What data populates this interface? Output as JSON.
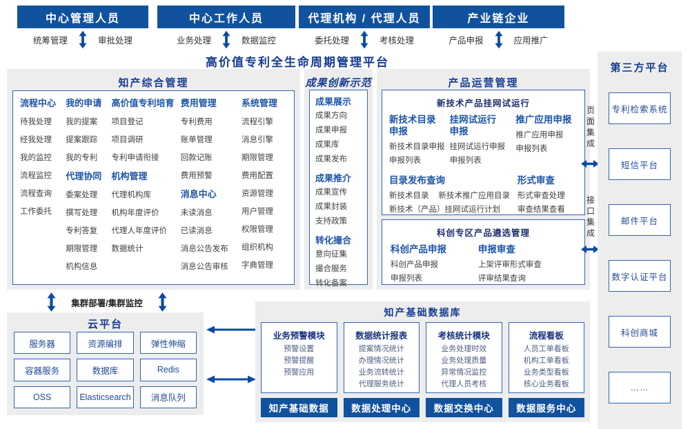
{
  "page": {
    "title": "高价值专利全生命周期管理平台"
  },
  "actors": [
    {
      "label": "中心管理人员",
      "left": "统筹管理",
      "right": "审批处理"
    },
    {
      "label": "中心工作人员",
      "left": "业务处理",
      "right": "数据监控"
    },
    {
      "label": "代理机构 / 代理人员",
      "left": "委托处理",
      "right": "考核处理"
    },
    {
      "label": "产业链企业",
      "left": "产品申报",
      "right": "应用推广"
    }
  ],
  "ip": {
    "title": "知产综合管理",
    "columns": [
      [
        {
          "h": "流程中心",
          "items": [
            "待我处理",
            "经我处理",
            "我的监控",
            "流程监控",
            "流程查询",
            "工作委托"
          ]
        }
      ],
      [
        {
          "h": "我的申请",
          "items": [
            "我的提案",
            "提案跟踪",
            "我的专利"
          ]
        },
        {
          "h": "代理协同",
          "items": [
            "委案处理",
            "撰写处理",
            "专利答复",
            "期限管理",
            "机构信息"
          ]
        }
      ],
      [
        {
          "h": "高价值专利培育",
          "items": [
            "项目登记",
            "项目调研",
            "专利申请衔接"
          ]
        },
        {
          "h": "机构管理",
          "items": [
            "代理机构库",
            "机构年度评价",
            "代理人年度评价",
            "数据统计"
          ]
        }
      ],
      [
        {
          "h": "费用管理",
          "items": [
            "专利费用",
            "账单管理",
            "回款记账",
            "费用预警"
          ]
        },
        {
          "h": "消息中心",
          "items": [
            "未读消息",
            "已读消息",
            "消息公告发布",
            "消息公告审核"
          ]
        }
      ],
      [
        {
          "h": "系统管理",
          "items": [
            "流程引擎",
            "消息引擎",
            "期限管理",
            "费用配置",
            "资源管理",
            "用户管理",
            "权限管理",
            "组织机构",
            "字典管理"
          ]
        }
      ]
    ]
  },
  "achievement": {
    "title": "成果创新示范",
    "groups": [
      {
        "h": "成果展示",
        "items": [
          "成果方向",
          "成果申报",
          "成果库",
          "成果发布"
        ]
      },
      {
        "h": "成果推介",
        "items": [
          "成果宣传",
          "成果封装",
          "支持政策"
        ]
      },
      {
        "h": "转化撮合",
        "items": [
          "意向征集",
          "撮合服务",
          "转化备案"
        ]
      }
    ]
  },
  "product_ops": {
    "title": "产品运营管理",
    "grid_box": {
      "title": "新技术产品挂网试运行",
      "cols": [
        {
          "h": "新技术目录申报",
          "items": [
            "新技术目录申报",
            "申报列表"
          ]
        },
        {
          "h": "挂网试运行申报",
          "items": [
            "挂网试运行申报",
            "申报列表"
          ]
        },
        {
          "h": "推广应用申报",
          "items": [
            "推广应用申报",
            "申报列表"
          ]
        }
      ],
      "catalog": {
        "h": "目录发布查询",
        "line1": [
          "新技术目录",
          "新技术推广应用目录"
        ],
        "line2": "新技术（产品）挂网试运行计划"
      },
      "review": {
        "h": "形式审查",
        "items": [
          "形式审查处理",
          "审查结果查看"
        ]
      }
    },
    "selection_box": {
      "title": "科创专区产品遴选管理",
      "cols": [
        {
          "h": "科创产品申报",
          "items": [
            "科创产品申报",
            "申报列表"
          ]
        },
        {
          "h": "申报审查",
          "items": [
            "上架评审形式审查",
            "评审结果查询"
          ]
        }
      ]
    }
  },
  "cluster_label": "集群部署/集群监控",
  "cloud": {
    "title": "云平台",
    "cells": [
      "服务器",
      "资源编排",
      "弹性伸缩",
      "容器服务",
      "数据库",
      "Redis",
      "OSS",
      "Elasticsearch",
      "消息队列"
    ]
  },
  "data_base": {
    "title": "知产基础数据库",
    "modules": [
      {
        "h": "业务预警模块",
        "items": [
          "预警设置",
          "预警提醒",
          "预警应用"
        ]
      },
      {
        "h": "数据统计报表",
        "items": [
          "提案情况统计",
          "办理情况统计",
          "业务流转统计",
          "代理服务统计"
        ]
      },
      {
        "h": "考核统计模块",
        "items": [
          "业务处理时效",
          "业务处理质量",
          "异常情况监控",
          "代理人员考核"
        ]
      },
      {
        "h": "流程看板",
        "items": [
          "人员工单看板",
          "机构工单看板",
          "业务类型看板",
          "核心业务看板"
        ]
      }
    ],
    "centers": [
      "知产基础数据",
      "数据处理中心",
      "数据交换中心",
      "数据服务中心"
    ]
  },
  "third_party": {
    "title": "第三方平台",
    "integration_labels": [
      "页面集成",
      "接口集成"
    ],
    "items": [
      "专利检索系统",
      "短信平台",
      "邮件平台",
      "数字认证平台",
      "科创商城",
      "……"
    ]
  },
  "colors": {
    "bar_blue": "#11529e",
    "title_navy": "#163c8f",
    "header_blue": "#1d55a7",
    "arrow_blue": "#0b4aa2",
    "panel_gray": "#ededee",
    "border_blue": "#2f64ae"
  }
}
